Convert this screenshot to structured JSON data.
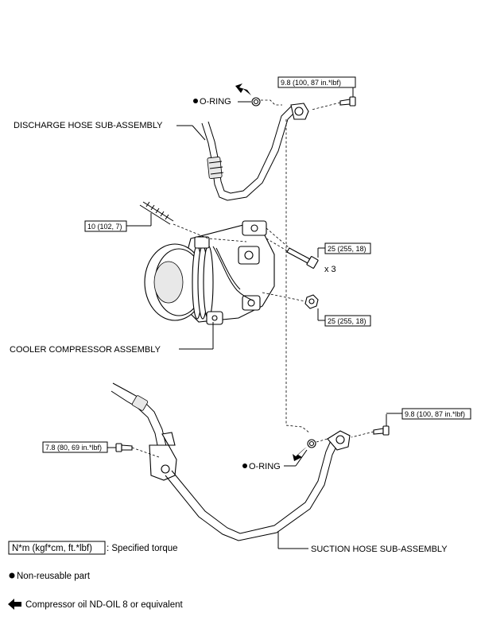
{
  "labels": {
    "discharge_hose": "DISCHARGE HOSE SUB-ASSEMBLY",
    "cooler_compressor": "COOLER COMPRESSOR ASSEMBLY",
    "suction_hose": "SUCTION HOSE SUB-ASSEMBLY",
    "oring_top": "O-RING",
    "oring_bottom": "O-RING",
    "multiplier": "x 3"
  },
  "torques": {
    "discharge_bolt": "9.8 (100, 87 in.*lbf)",
    "stud": "10 (102, 7)",
    "compressor_bolt": "25 (255, 18)",
    "compressor_nut": "25 (255, 18)",
    "suction_bolt": "9.8 (100, 87 in.*lbf)",
    "bracket_bolt": "7.8 (80, 69 in.*lbf)"
  },
  "legend": {
    "torque_box": "N*m (kgf*cm, ft.*lbf)",
    "torque_text": ": Specified torque",
    "non_reusable": "Non-reusable part",
    "compressor_oil": "Compressor oil ND-OIL 8 or equivalent"
  }
}
